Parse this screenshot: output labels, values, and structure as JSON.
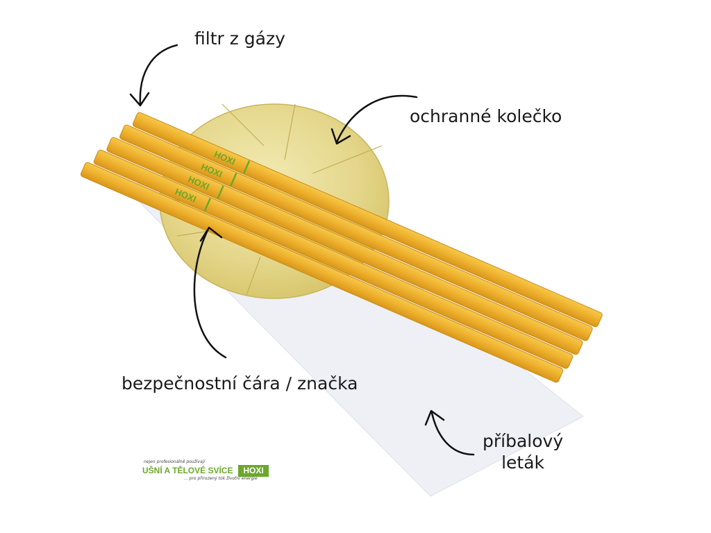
{
  "photo": {
    "labels": {
      "filtr": "filtr z gázy",
      "kolecko": "ochranné kolečko",
      "cara": "bezpečnostní čára / značka",
      "letak_line1": "příbalový",
      "letak_line2": "leták"
    },
    "candle_print": "HOXI",
    "brand": {
      "tagline_top": "nejen profesionálně používají",
      "title": "UŠNÍ A TĚLOVÉ SVÍCE",
      "badge": "HOXI",
      "tagline_bottom": "... pro přirozený tok životní energie"
    }
  },
  "colors": {
    "candle": "#f0b632",
    "candle_dark": "#d99a1c",
    "disc": "#e8dc95",
    "leaflet": "#eef0f6",
    "brand_green": "#6aa82a"
  }
}
